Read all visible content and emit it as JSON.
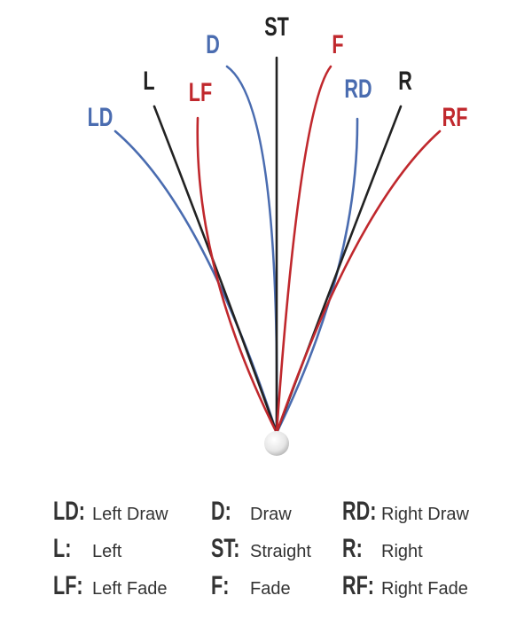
{
  "shots": [
    {
      "code": "LD",
      "color": "#4a6cb0"
    },
    {
      "code": "L",
      "color": "#222222"
    },
    {
      "code": "LF",
      "color": "#c0282d"
    },
    {
      "code": "D",
      "color": "#4a6cb0"
    },
    {
      "code": "ST",
      "color": "#222222"
    },
    {
      "code": "F",
      "color": "#c0282d"
    },
    {
      "code": "RD",
      "color": "#4a6cb0"
    },
    {
      "code": "R",
      "color": "#222222"
    },
    {
      "code": "RF",
      "color": "#c0282d"
    }
  ],
  "legend": [
    {
      "code": "LD:",
      "desc": "Left Draw"
    },
    {
      "code": "D:",
      "desc": "Draw"
    },
    {
      "code": "RD:",
      "desc": "Right Draw"
    },
    {
      "code": "L:",
      "desc": "Left"
    },
    {
      "code": "ST:",
      "desc": "Straight"
    },
    {
      "code": "R:",
      "desc": "Right"
    },
    {
      "code": "LF:",
      "desc": "Left Fade"
    },
    {
      "code": "F:",
      "desc": "Fade"
    },
    {
      "code": "RF:",
      "desc": "Right Fade"
    }
  ]
}
